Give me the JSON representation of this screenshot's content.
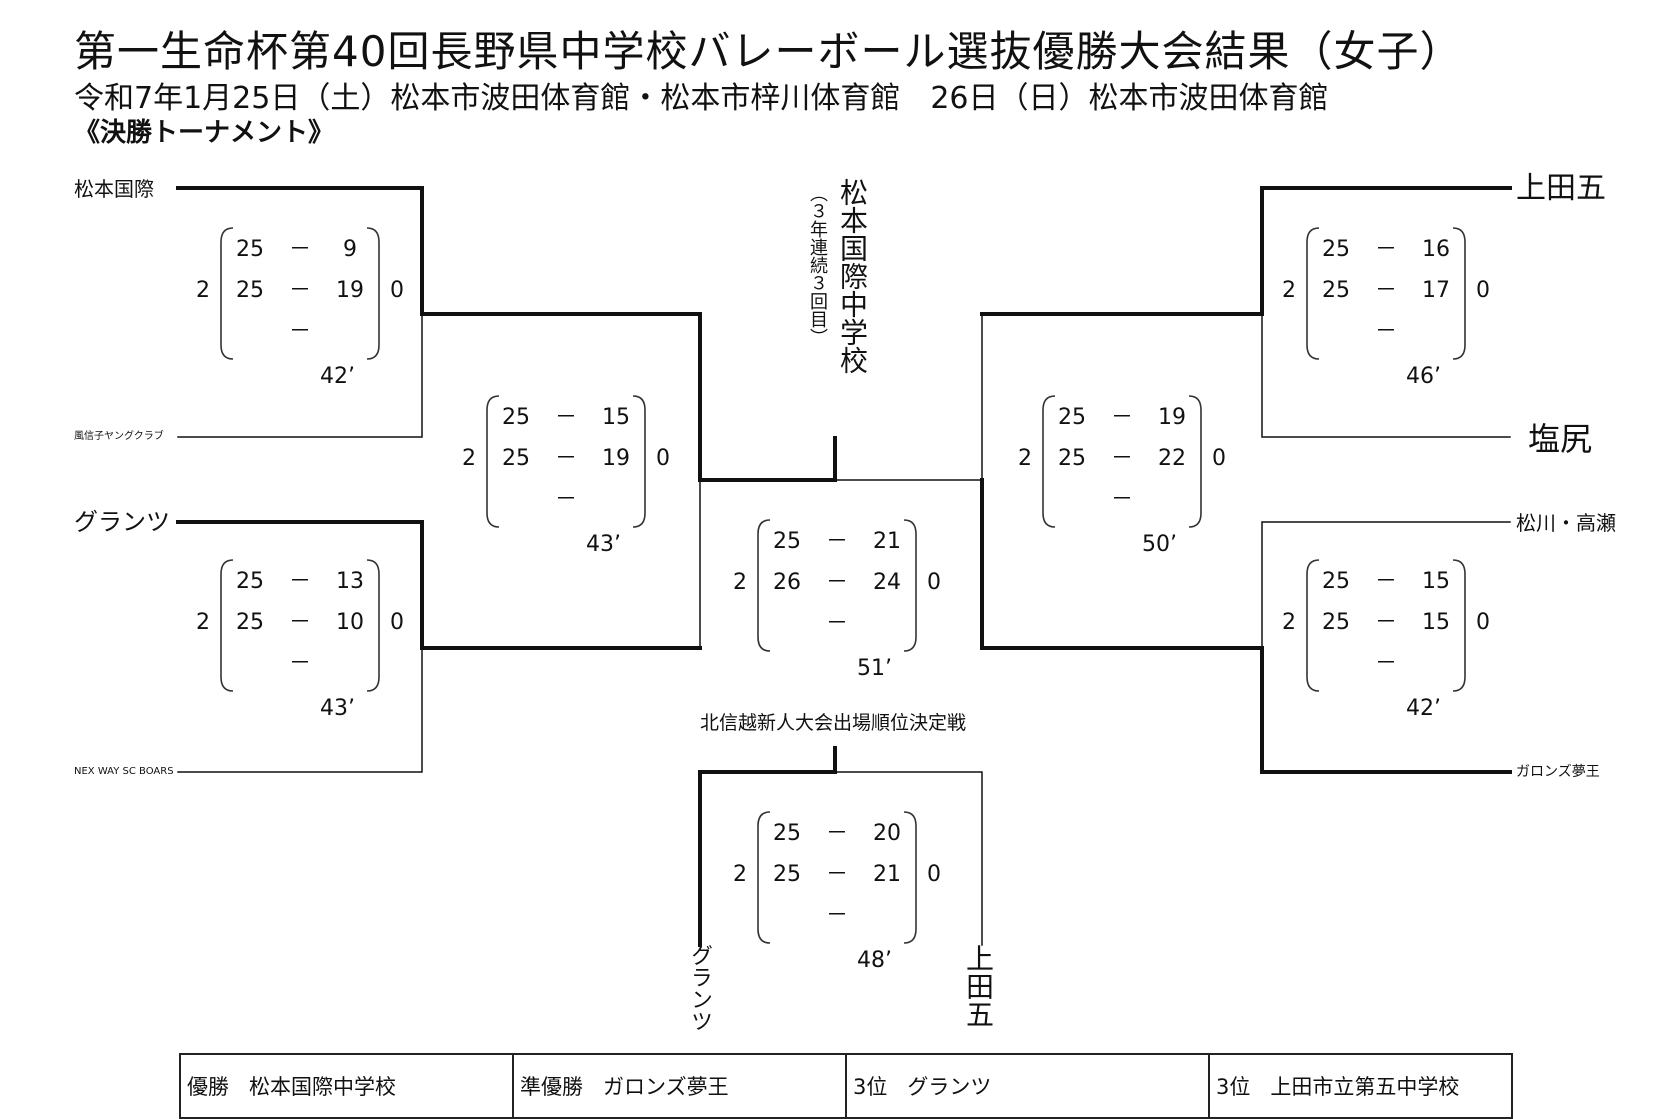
{
  "header": {
    "title": "第一生命杯第40回長野県中学校バレーボール選抜優勝大会結果（女子）",
    "subtitle": "令和7年1月25日（土）松本市波田体育館・松本市梓川体育館　26日（日）松本市波田体育館",
    "section": "《決勝トーナメント》"
  },
  "teams": {
    "matsumoto_kokusai": "松本国際",
    "kazeshinko": "風信子ヤングクラブ",
    "granz": "グランツ",
    "nexway": "NEX WAY SC BOARS",
    "ueda5": "上田五",
    "shiojiri": "塩尻",
    "matsukawa": "松川・高瀬",
    "garonz": "ガロンズ夢王"
  },
  "champion_vertical": "松本国際中学校",
  "champion_note": "（３年連続３回目）",
  "third_place_label": "北信越新人大会出場順位決定戦",
  "third_place_teams": {
    "left": "グランツ",
    "right": "上田五"
  },
  "matches": {
    "l_r1_top": {
      "sets": [
        [
          "25",
          "9"
        ],
        [
          "25",
          "19"
        ],
        [
          "",
          ""
        ]
      ],
      "left_total": "2",
      "right_total": "0",
      "time": "42’"
    },
    "l_r1_bot": {
      "sets": [
        [
          "25",
          "13"
        ],
        [
          "25",
          "10"
        ],
        [
          "",
          ""
        ]
      ],
      "left_total": "2",
      "right_total": "0",
      "time": "43’"
    },
    "l_semi": {
      "sets": [
        [
          "25",
          "15"
        ],
        [
          "25",
          "19"
        ],
        [
          "",
          ""
        ]
      ],
      "left_total": "2",
      "right_total": "0",
      "time": "43’"
    },
    "final": {
      "sets": [
        [
          "25",
          "21"
        ],
        [
          "26",
          "24"
        ],
        [
          "",
          ""
        ]
      ],
      "left_total": "2",
      "right_total": "0",
      "time": "51’"
    },
    "r_semi": {
      "sets": [
        [
          "25",
          "19"
        ],
        [
          "25",
          "22"
        ],
        [
          "",
          ""
        ]
      ],
      "left_total": "2",
      "right_total": "0",
      "time": "50’"
    },
    "r_r1_top": {
      "sets": [
        [
          "25",
          "16"
        ],
        [
          "25",
          "17"
        ],
        [
          "",
          ""
        ]
      ],
      "left_total": "2",
      "right_total": "0",
      "time": "46’"
    },
    "r_r1_bot": {
      "sets": [
        [
          "25",
          "15"
        ],
        [
          "25",
          "15"
        ],
        [
          "",
          ""
        ]
      ],
      "left_total": "2",
      "right_total": "0",
      "time": "42’"
    },
    "third": {
      "sets": [
        [
          "25",
          "20"
        ],
        [
          "25",
          "21"
        ],
        [
          "",
          ""
        ]
      ],
      "left_total": "2",
      "right_total": "0",
      "time": "48’"
    }
  },
  "dash": "－",
  "results": [
    {
      "rank": "優勝",
      "team": "松本国際中学校"
    },
    {
      "rank": "準優勝",
      "team": "ガロンズ夢王"
    },
    {
      "rank": "3位",
      "team": "グランツ"
    },
    {
      "rank": "3位",
      "team": "上田市立第五中学校"
    }
  ]
}
